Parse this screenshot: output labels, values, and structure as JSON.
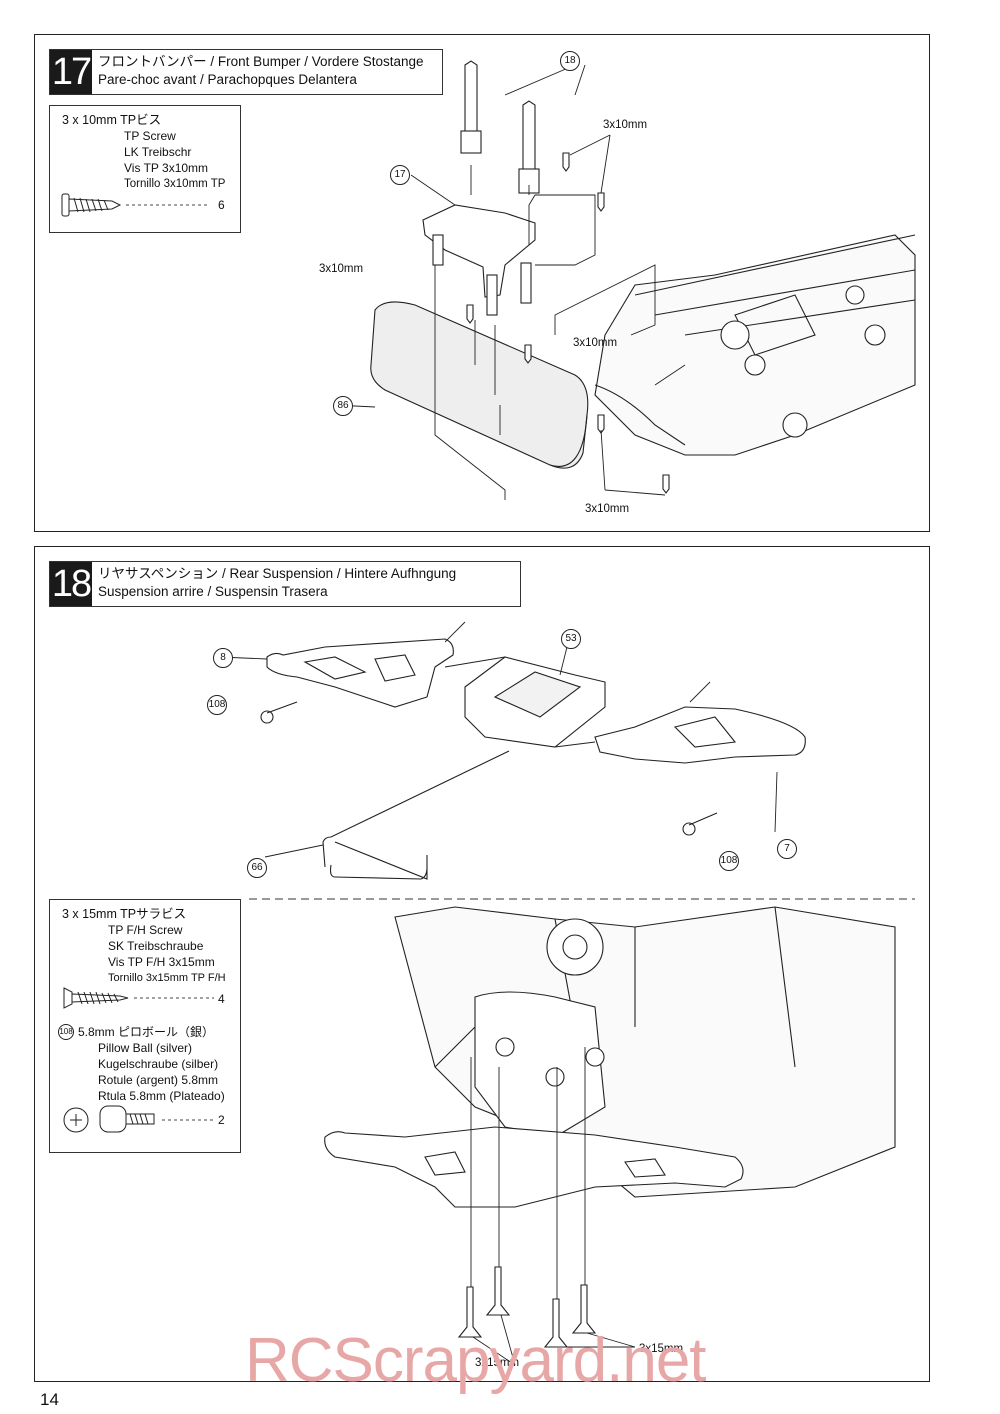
{
  "step17": {
    "number": "17",
    "title_line1": "フロントバンパー / Front Bumper / Vordere Stostange",
    "title_line2": "Pare-choc avant / Parachopques Delantera",
    "parts_box": {
      "title": "3 x 10mm  TPビス",
      "names": [
        "TP Screw",
        "LK Treibschr",
        "Vis TP 3x10mm",
        "Tornillo 3x10mm TP"
      ],
      "qty": "6"
    },
    "callouts": [
      "18",
      "17",
      "86"
    ],
    "labels": [
      "3x10mm",
      "3x10mm",
      "3x10mm",
      "3x10mm"
    ]
  },
  "step18": {
    "number": "18",
    "title_line1": "リヤサスペンション / Rear Suspension / Hintere Aufhngung",
    "title_line2": "Suspension arrire / Suspensin Trasera",
    "parts_box": {
      "title": "3 x 15mm  TPサラビス",
      "names": [
        "TP F/H Screw",
        "SK Treibschraube",
        "Vis TP F/H 3x15mm",
        "Tornillo 3x15mm TP F/H"
      ],
      "qty": "4",
      "pillow_num": "108",
      "pillow_title": "5.8mm  ピロボール（銀）",
      "pillow_names": [
        "Pillow Ball (silver)",
        "Kugelschraube (silber)",
        "Rotule (argent) 5.8mm",
        "Rtula 5.8mm (Plateado)"
      ],
      "pillow_qty": "2"
    },
    "callouts": [
      "8",
      "108",
      "53",
      "66",
      "7",
      "108"
    ],
    "labels": [
      "3x15mm",
      "3x15mm"
    ]
  },
  "page_number": "14",
  "watermark": "RCScrapyard.net"
}
